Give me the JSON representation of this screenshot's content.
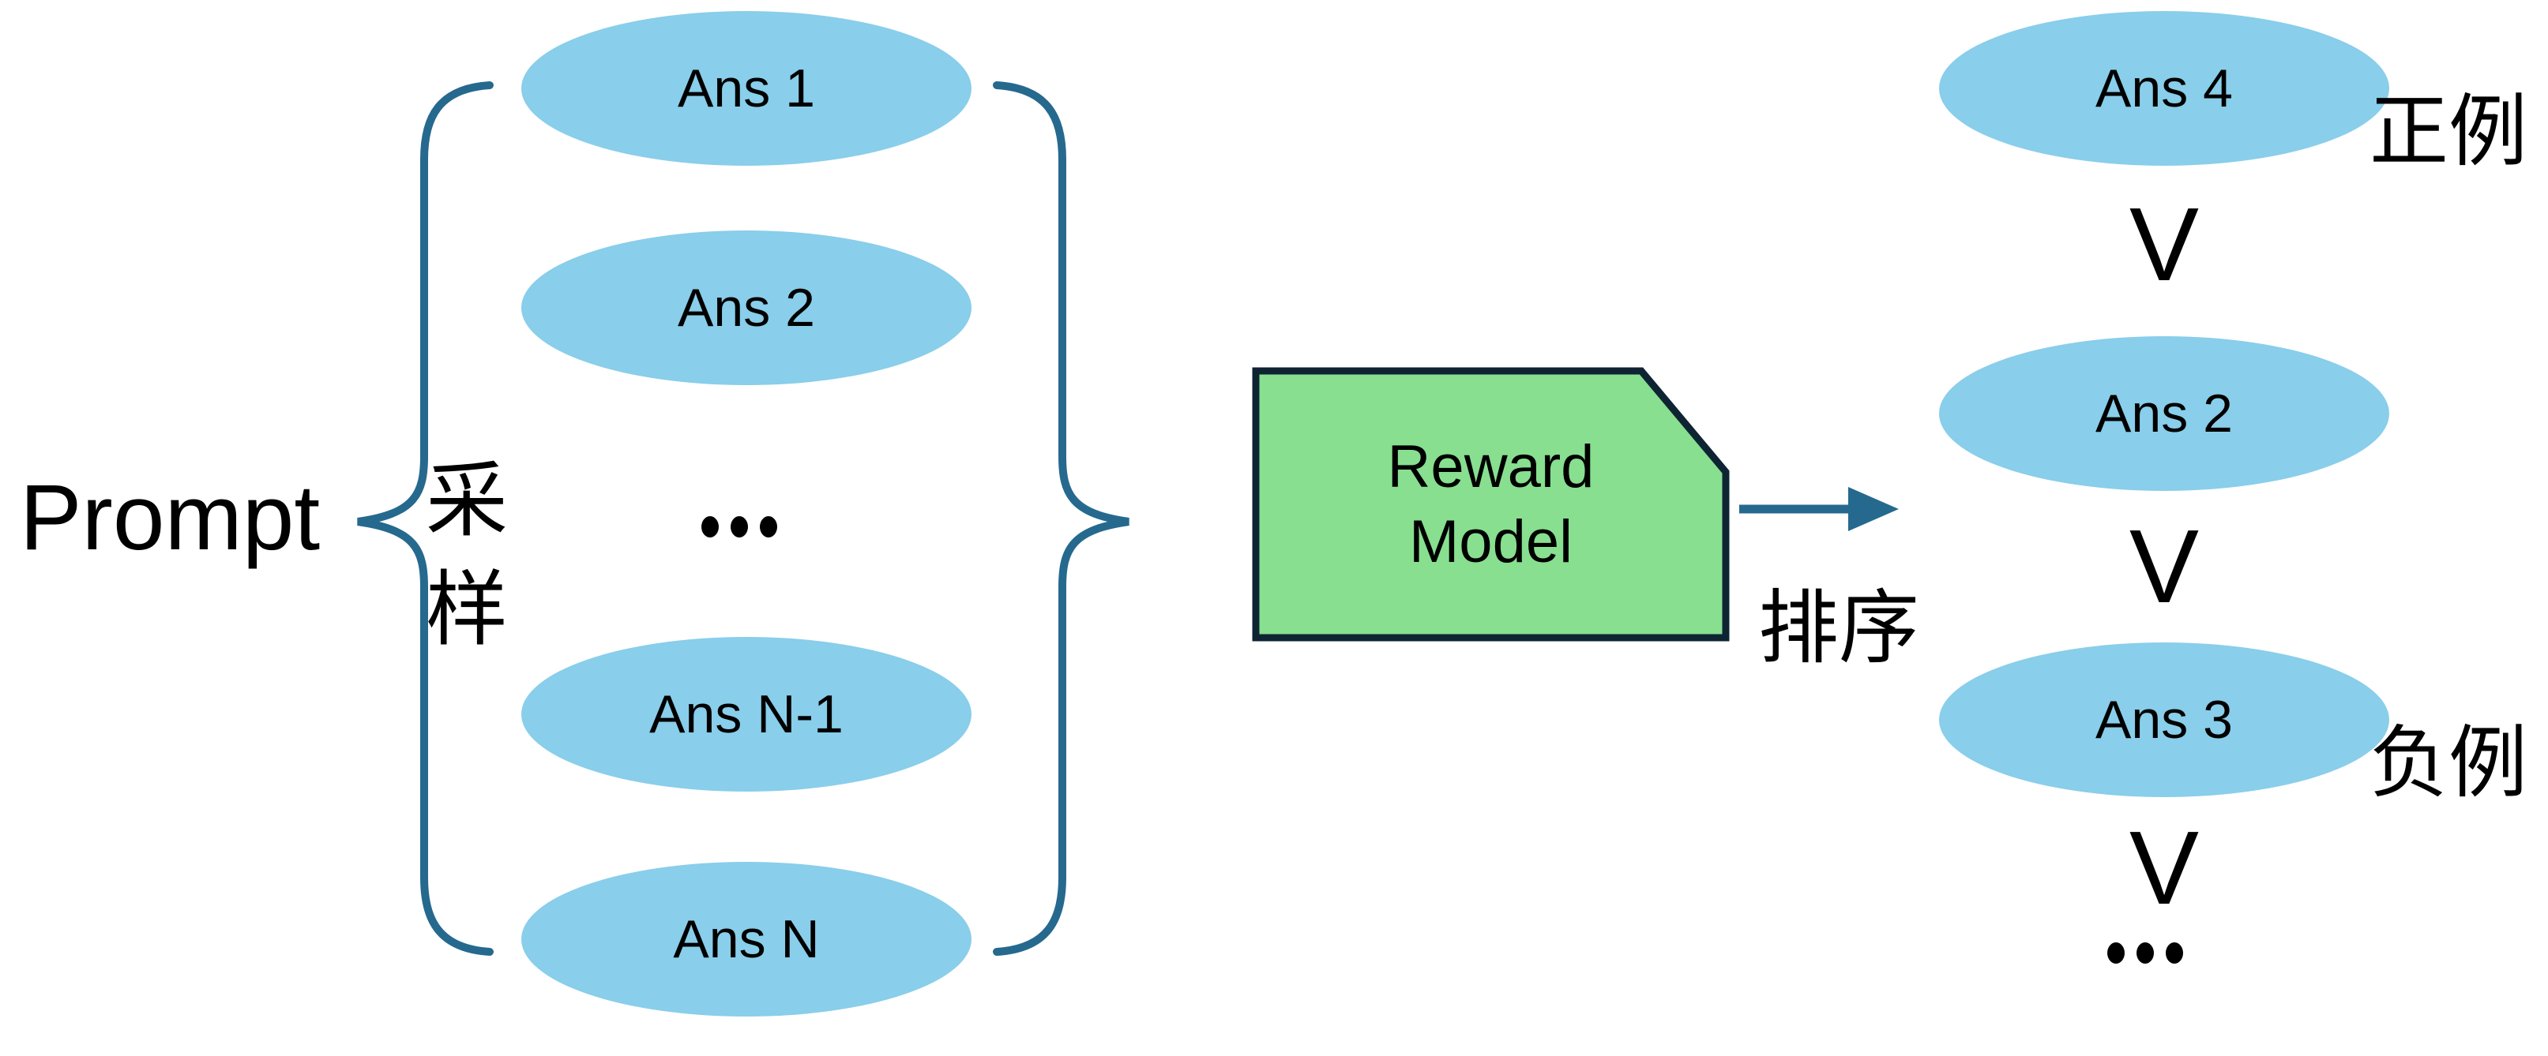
{
  "labels": {
    "prompt": "Prompt",
    "sampling": "采样",
    "ranking": "排序",
    "positive_tag": "正例",
    "negative_tag": "负例"
  },
  "reward_model": {
    "line1": "Reward",
    "line2": "Model"
  },
  "left_column": {
    "answers": [
      "Ans 1",
      "Ans 2",
      "Ans N-1",
      "Ans N"
    ],
    "ellipsis": "…"
  },
  "right_column": {
    "answers": [
      "Ans 4",
      "Ans 2",
      "Ans 3"
    ],
    "rank_separator": "V",
    "ellipsis": "…"
  },
  "colors": {
    "ellipse_fill": "#89ceea",
    "box_fill": "#87df8f",
    "box_border": "#0e2433",
    "connector": "#26698e",
    "text": "#000000"
  }
}
